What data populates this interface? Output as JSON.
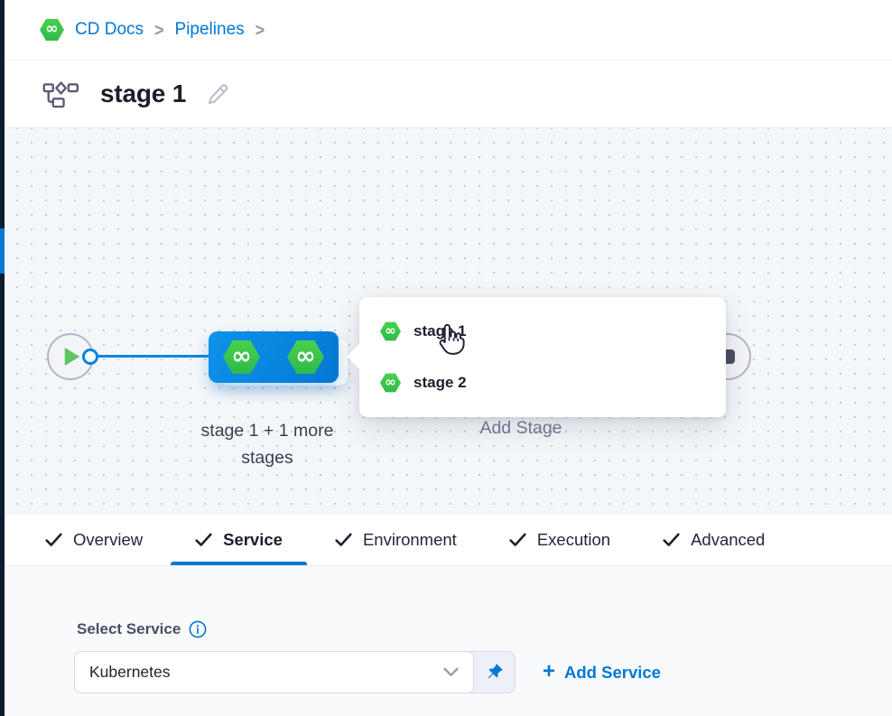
{
  "breadcrumb": {
    "items": [
      "CD Docs",
      "Pipelines"
    ],
    "separator": ">"
  },
  "header": {
    "title": "stage 1"
  },
  "canvas": {
    "stage_node_label_line1": "stage 1 + 1 more",
    "stage_node_label_line2": "stages",
    "add_stage_label": "Add Stage",
    "stage_menu": {
      "items": [
        {
          "label": "stage 1"
        },
        {
          "label": "stage 2"
        }
      ]
    }
  },
  "tabs": [
    {
      "label": "Overview",
      "active": false
    },
    {
      "label": "Service",
      "active": true
    },
    {
      "label": "Environment",
      "active": false
    },
    {
      "label": "Execution",
      "active": false
    },
    {
      "label": "Advanced",
      "active": false
    }
  ],
  "service_form": {
    "label": "Select Service",
    "selected_value": "Kubernetes",
    "plus": "+",
    "add_service_label": "Add Service"
  },
  "icons": {
    "infinity_glyph": "∞"
  },
  "colors": {
    "accent_blue": "#0278d5",
    "node_blue_gradient": [
      "#0f93ea",
      "#0277d5"
    ],
    "harness_green": "#35c048",
    "nav_strip": "#0b1c2e",
    "canvas_bg": "#f4f7fa",
    "content_bg": "#f8fafc"
  }
}
